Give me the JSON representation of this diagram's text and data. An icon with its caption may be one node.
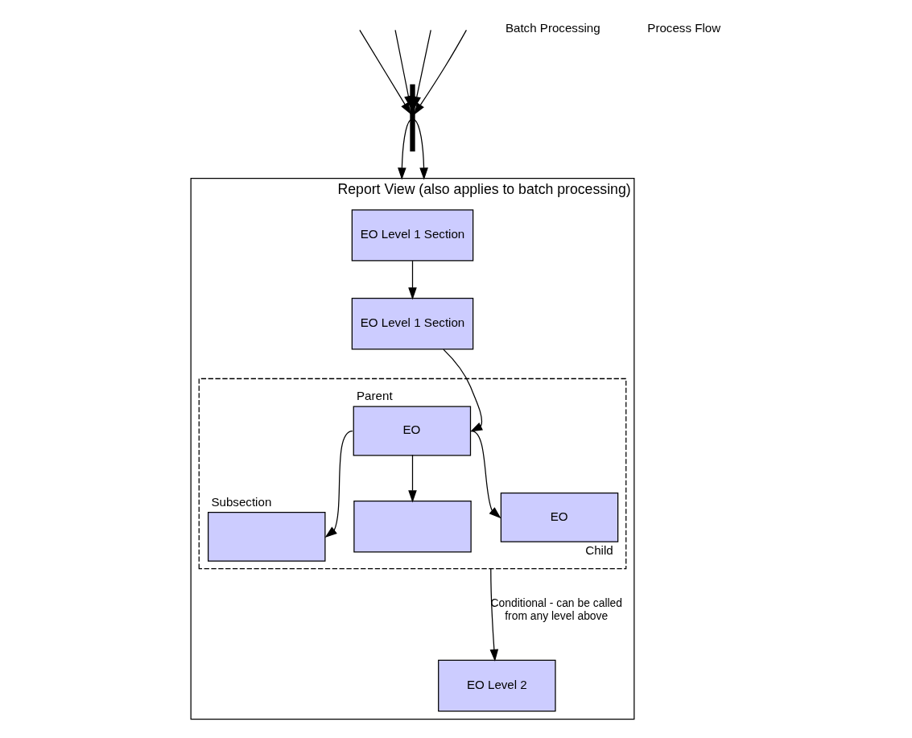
{
  "diagram": {
    "nodes": [
      {
        "text": [
          "Report View (also applies to batch processing)"
        ]
      },
      {
        "text": [
          "EO Level 1 Section"
        ],
        "in": 0
      },
      {
        "text": [
          "EO Level 1 Section"
        ],
        "in": 0
      },
      {
        "text": [],
        "shape": "box",
        "in": 0
      },
      {
        "text": [
          "EO"
        ],
        "in": 3,
        "beside": [
          "Parent"
        ]
      },
      {
        "text": [],
        "shape": "box",
        "in": 3,
        "beside": [
          "Subsection"
        ]
      },
      {
        "text": [],
        "shape": "box",
        "in": 3
      },
      {
        "text": [
          "EO"
        ],
        "in": 3,
        "beside": [
          "Child"
        ]
      },
      {
        "text": [
          "EO Level 2"
        ],
        "in": 0
      },
      {
        "text": [],
        "shape": "bar"
      }
    ],
    "edges": [
      {
        "from": null,
        "to": 9,
        "arrow": "to"
      },
      {
        "from": null,
        "to": 9,
        "arrow": "to"
      },
      {
        "from": null,
        "to": 9,
        "arrow": "to"
      },
      {
        "from": null,
        "to": 9,
        "arrow": "to"
      },
      {
        "from": 9,
        "to": 0,
        "arrow": "to"
      },
      {
        "from": 9,
        "to": 0,
        "arrow": "to"
      },
      {
        "from": 1,
        "to": 2,
        "arrow": "to"
      },
      {
        "from": 2,
        "to": 4,
        "arrow": "to"
      },
      {
        "from": 4,
        "to": 5,
        "arrow": "to"
      },
      {
        "from": 4,
        "to": 6,
        "arrow": "to"
      },
      {
        "from": 4,
        "to": 7,
        "arrow": "to"
      },
      {
        "from": 3,
        "to": 8,
        "arrow": "to",
        "label": "Conditional - can be called from any level above"
      }
    ],
    "labels": [
      "Batch Processing",
      "Process Flow"
    ]
  }
}
